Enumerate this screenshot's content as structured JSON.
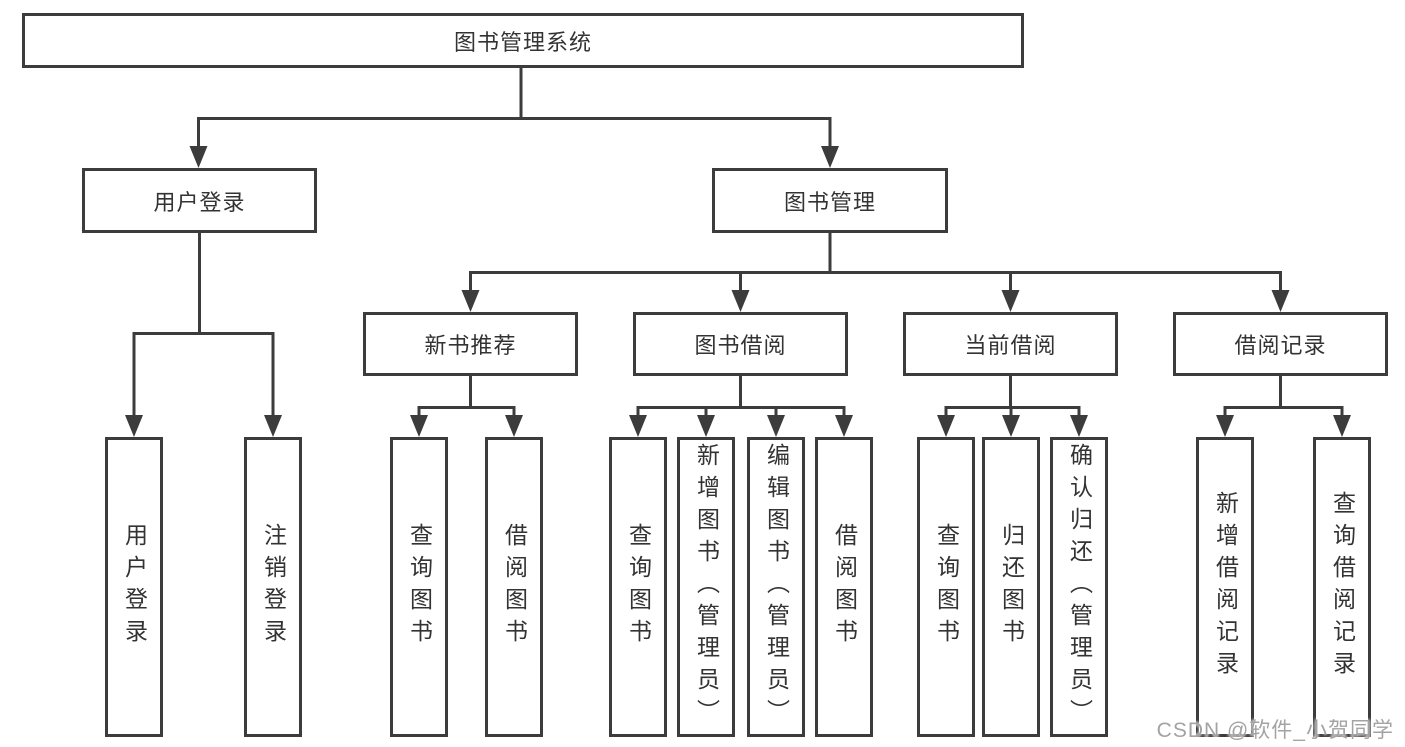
{
  "nodes": {
    "root": "图书管理系统",
    "user_login": "用户登录",
    "book_management": "图书管理",
    "new_book_rec": "新书推荐",
    "book_borrowing": "图书借阅",
    "current_borrowing": "当前借阅",
    "borrowing_records": "借阅记录",
    "leaves": {
      "user_login": "用户登录",
      "logout": "注销登录",
      "query_books_1": "查询图书",
      "borrow_books_1": "借阅图书",
      "query_books_2": "查询图书",
      "add_books_admin": "新增图书（管理员）",
      "edit_books_admin": "编辑图书（管理员）",
      "borrow_books_2": "借阅图书",
      "query_books_3": "查询图书",
      "return_books": "归还图书",
      "confirm_return_admin": "确认归还（管理员）",
      "add_borrow_record": "新增借阅记录",
      "query_borrow_record": "查询借阅记录"
    }
  },
  "watermark": "CSDN @软件_小贺同学",
  "colors": {
    "line": "#3c3c3c",
    "text": "#333333",
    "watermark": "#a3a3a3",
    "background": "#ffffff"
  }
}
